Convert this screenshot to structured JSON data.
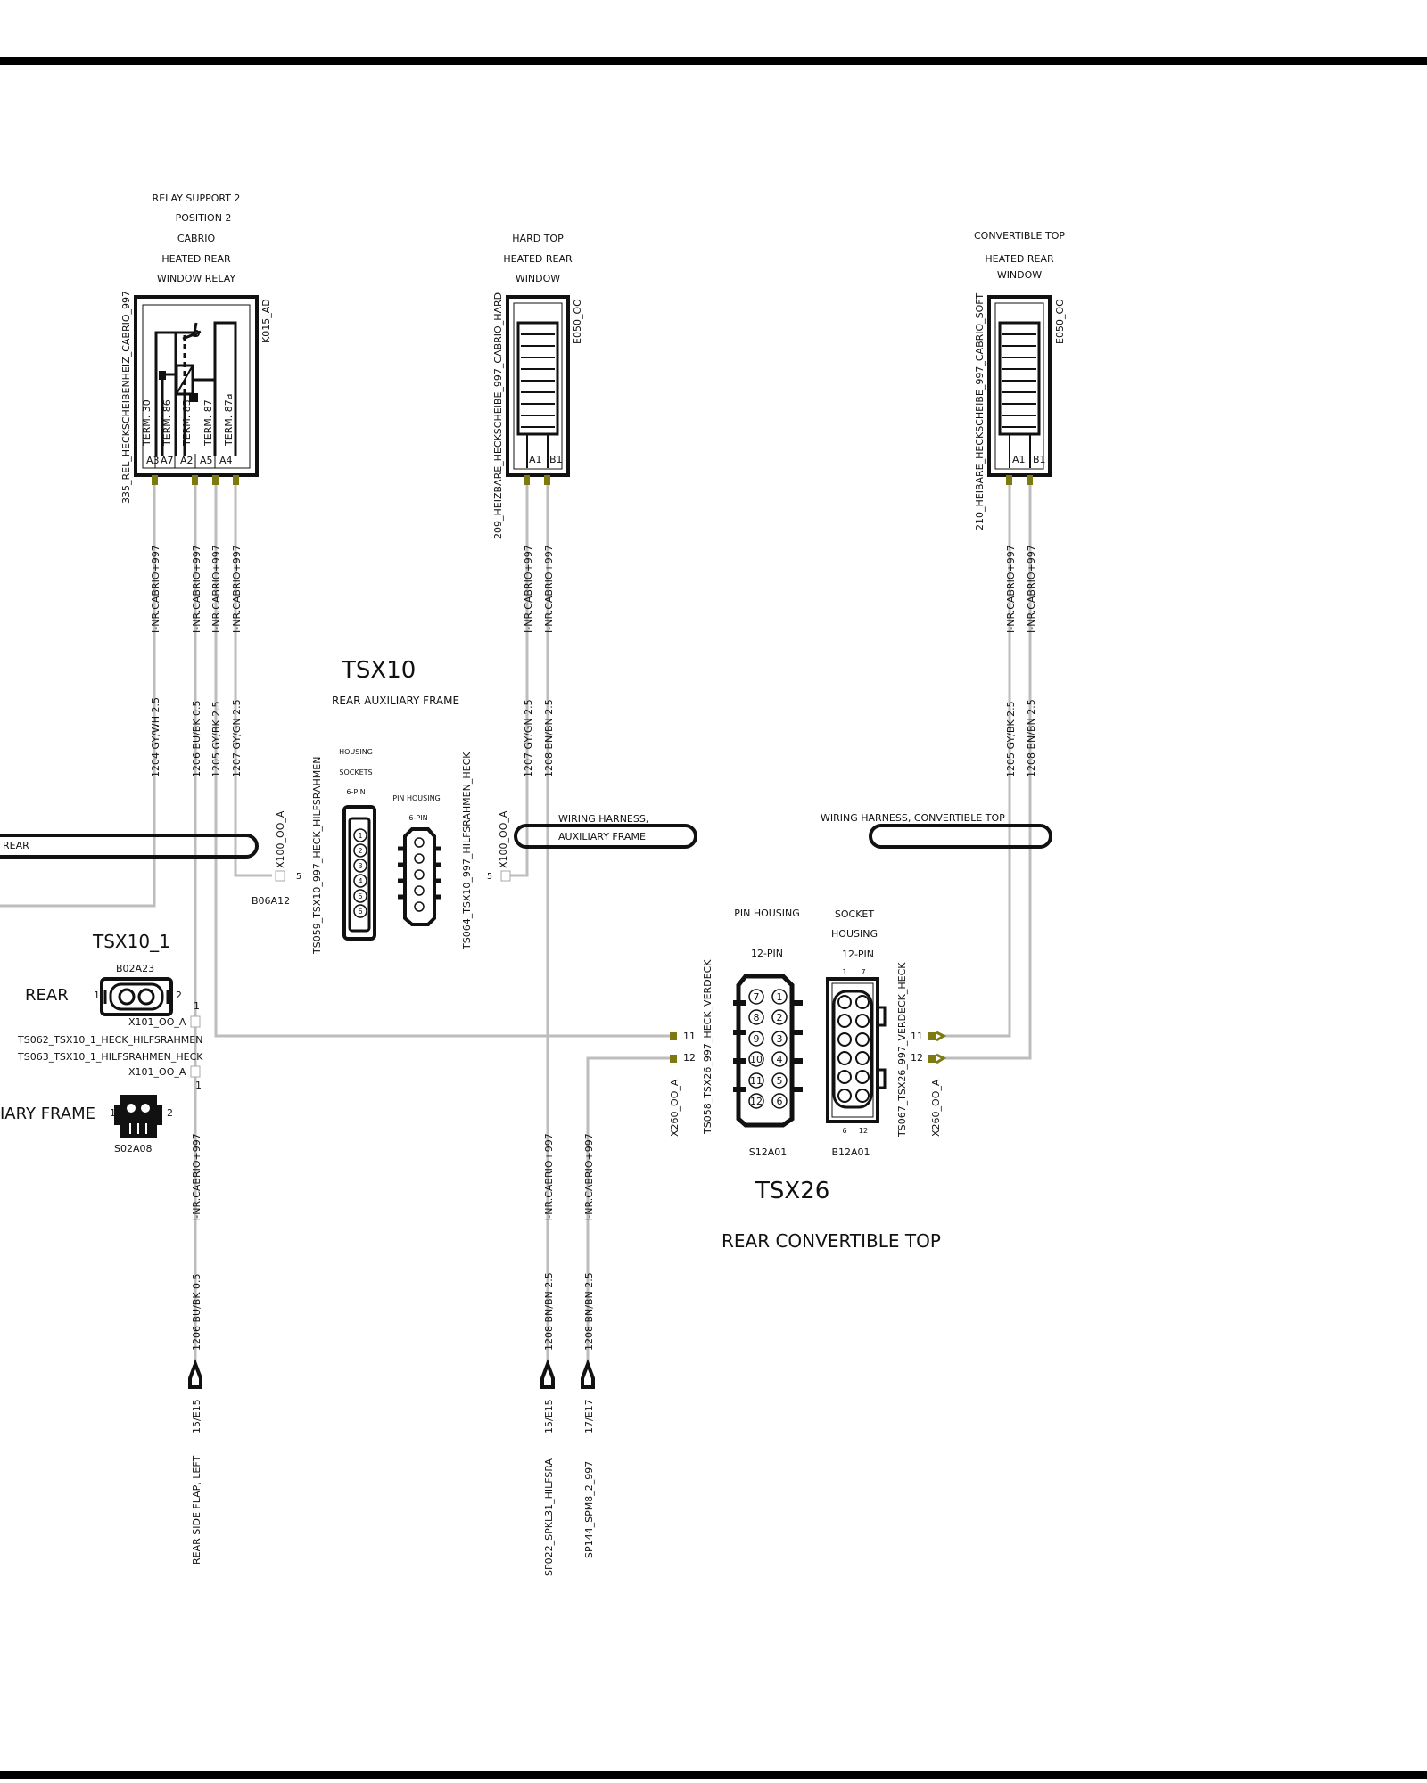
{
  "components": {
    "relay": {
      "desc": [
        "RELAY SUPPORT 2",
        "POSITION 2",
        "CABRIO",
        "HEATED REAR",
        "WINDOW RELAY"
      ],
      "id": "K015_AD",
      "part": "335_REL_HECKSCHEIBENHEIZ_CABRIO_997",
      "terms": [
        "TERM. 30",
        "TERM. 86",
        "TERM. 85",
        "TERM. 87",
        "TERM. 87a"
      ],
      "pins": [
        "A3",
        "A7",
        "A2",
        "A5",
        "A4"
      ]
    },
    "hardtop": {
      "desc": [
        "HARD TOP",
        "HEATED REAR",
        "WINDOW"
      ],
      "id": "E050_OO",
      "part": "209_HEIZBARE_HECKSCHEIBE_997_CABRIO_HARD",
      "pins": [
        "A1",
        "B1"
      ]
    },
    "convtop": {
      "desc": [
        "CONVERTIBLE TOP",
        "HEATED REAR",
        "WINDOW"
      ],
      "id": "E050_OO",
      "part": "210_HEIBARE_HECKSCHEIBE_997_CABRIO_SOFT",
      "pins": [
        "A1",
        "B1"
      ]
    }
  },
  "wires": {
    "code": "I-NR.CABRIO+997",
    "w1204": "1204 GY/WH 2.5",
    "w1206": "1206 BU/BK 0.5",
    "w1205": "1205 GY/BK 2.5",
    "w1207": "1207 GY/GN 2.5",
    "w1208": "1208 BN/BN 2.5"
  },
  "harnesses": {
    "rear": "REAR",
    "aux_1": "WIRING   HARNESS,",
    "aux_2": "AUXILIARY   FRAME",
    "conv": "WIRING HARNESS, CONVERTIBLE TOP"
  },
  "tsx10": {
    "title": "TSX10",
    "sub": "REAR     AUXILIARY FRAME",
    "x100": "X100_OO_A",
    "pin5": "5",
    "b06": "B06A12",
    "housing": [
      "HOUSING",
      "SOCKETS",
      "6-PIN"
    ],
    "pinhousing": [
      "PIN HOUSING",
      "6-PIN"
    ],
    "ts059": "TS059_TSX10_997_HECK_HILFSRAHMEN",
    "ts064": "TS064_TSX10_997_HILFSRAHMEN_HECK",
    "sock_pins": [
      "1",
      "2",
      "3",
      "4",
      "5",
      "6"
    ]
  },
  "tsx10_1": {
    "title": "TSX10_1",
    "b02": "B02A23",
    "rear": "REAR",
    "aux": "IARY FRAME",
    "p1": "1",
    "p2": "2",
    "x101": "X101_OO_A",
    "ts062": "TS062_TSX10_1_HECK_HILFSRAHMEN",
    "ts063": "TS063_TSX10_1_HILFSRAHMEN_HECK",
    "s02": "S02A08"
  },
  "tsx26": {
    "title": "TSX26",
    "sub": "REAR   CONVERTIBLE TOP",
    "pinhousing": [
      "PIN HOUSING",
      "12-PIN"
    ],
    "sockhousing": [
      "SOCKET",
      "HOUSING",
      "12-PIN"
    ],
    "x260": "X260_OO_A",
    "ts058": "TS058_TSX26_997_HECK_VERDECK",
    "ts067": "TS067_TSX26_997_VERDECK_HECK",
    "s12": "S12A01",
    "b12": "B12A01",
    "p11": "11",
    "p12": "12",
    "pins_left": [
      "7",
      "8",
      "9",
      "10",
      "11",
      "12"
    ],
    "pins_right": [
      "1",
      "2",
      "3",
      "4",
      "5",
      "6"
    ],
    "sock_top": [
      "1",
      "7"
    ],
    "sock_bot": [
      "6",
      "12"
    ]
  },
  "endpoints": [
    {
      "wire": "1206 BU/BK 0.5",
      "ref": "15/E15",
      "dest": "REAR SIDE FLAP, LEFT"
    },
    {
      "wire": "1208 BN/BN 2.5",
      "ref": "15/E15",
      "dest": "SP022_SPKL31_HILFSRA"
    },
    {
      "wire": "1208 BN/BN 2.5",
      "ref": "17/E17",
      "dest": "SP144_SPM8_2_997"
    }
  ],
  "colors": {
    "wire": "#bdbdbd",
    "pin": "#7d7a12",
    "line": "#111111"
  }
}
